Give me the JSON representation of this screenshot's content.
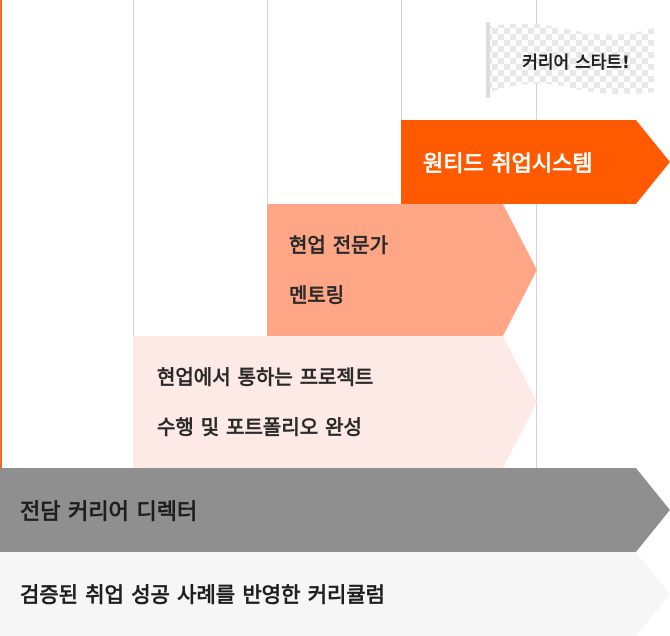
{
  "start_flag": {
    "label": "커리어 스타트!"
  },
  "steps": {
    "wanted_system": "원티드 취업시스템",
    "mentoring": {
      "line1": "현업 전문가",
      "line2": "멘토링"
    },
    "project": {
      "line1": "현업에서 통하는 프로젝트",
      "line2": "수행 및 포트폴리오 완성"
    },
    "career_director": "전담 커리어 디렉터",
    "curriculum": "검증된 취업 성공 사례를 반영한 커리큘럼"
  },
  "colors": {
    "accent": "#ff5a00",
    "mentoring": "#ffa687",
    "project": "#fde9e6",
    "director": "#8f8f8f",
    "curriculum": "#f6f6f6"
  }
}
